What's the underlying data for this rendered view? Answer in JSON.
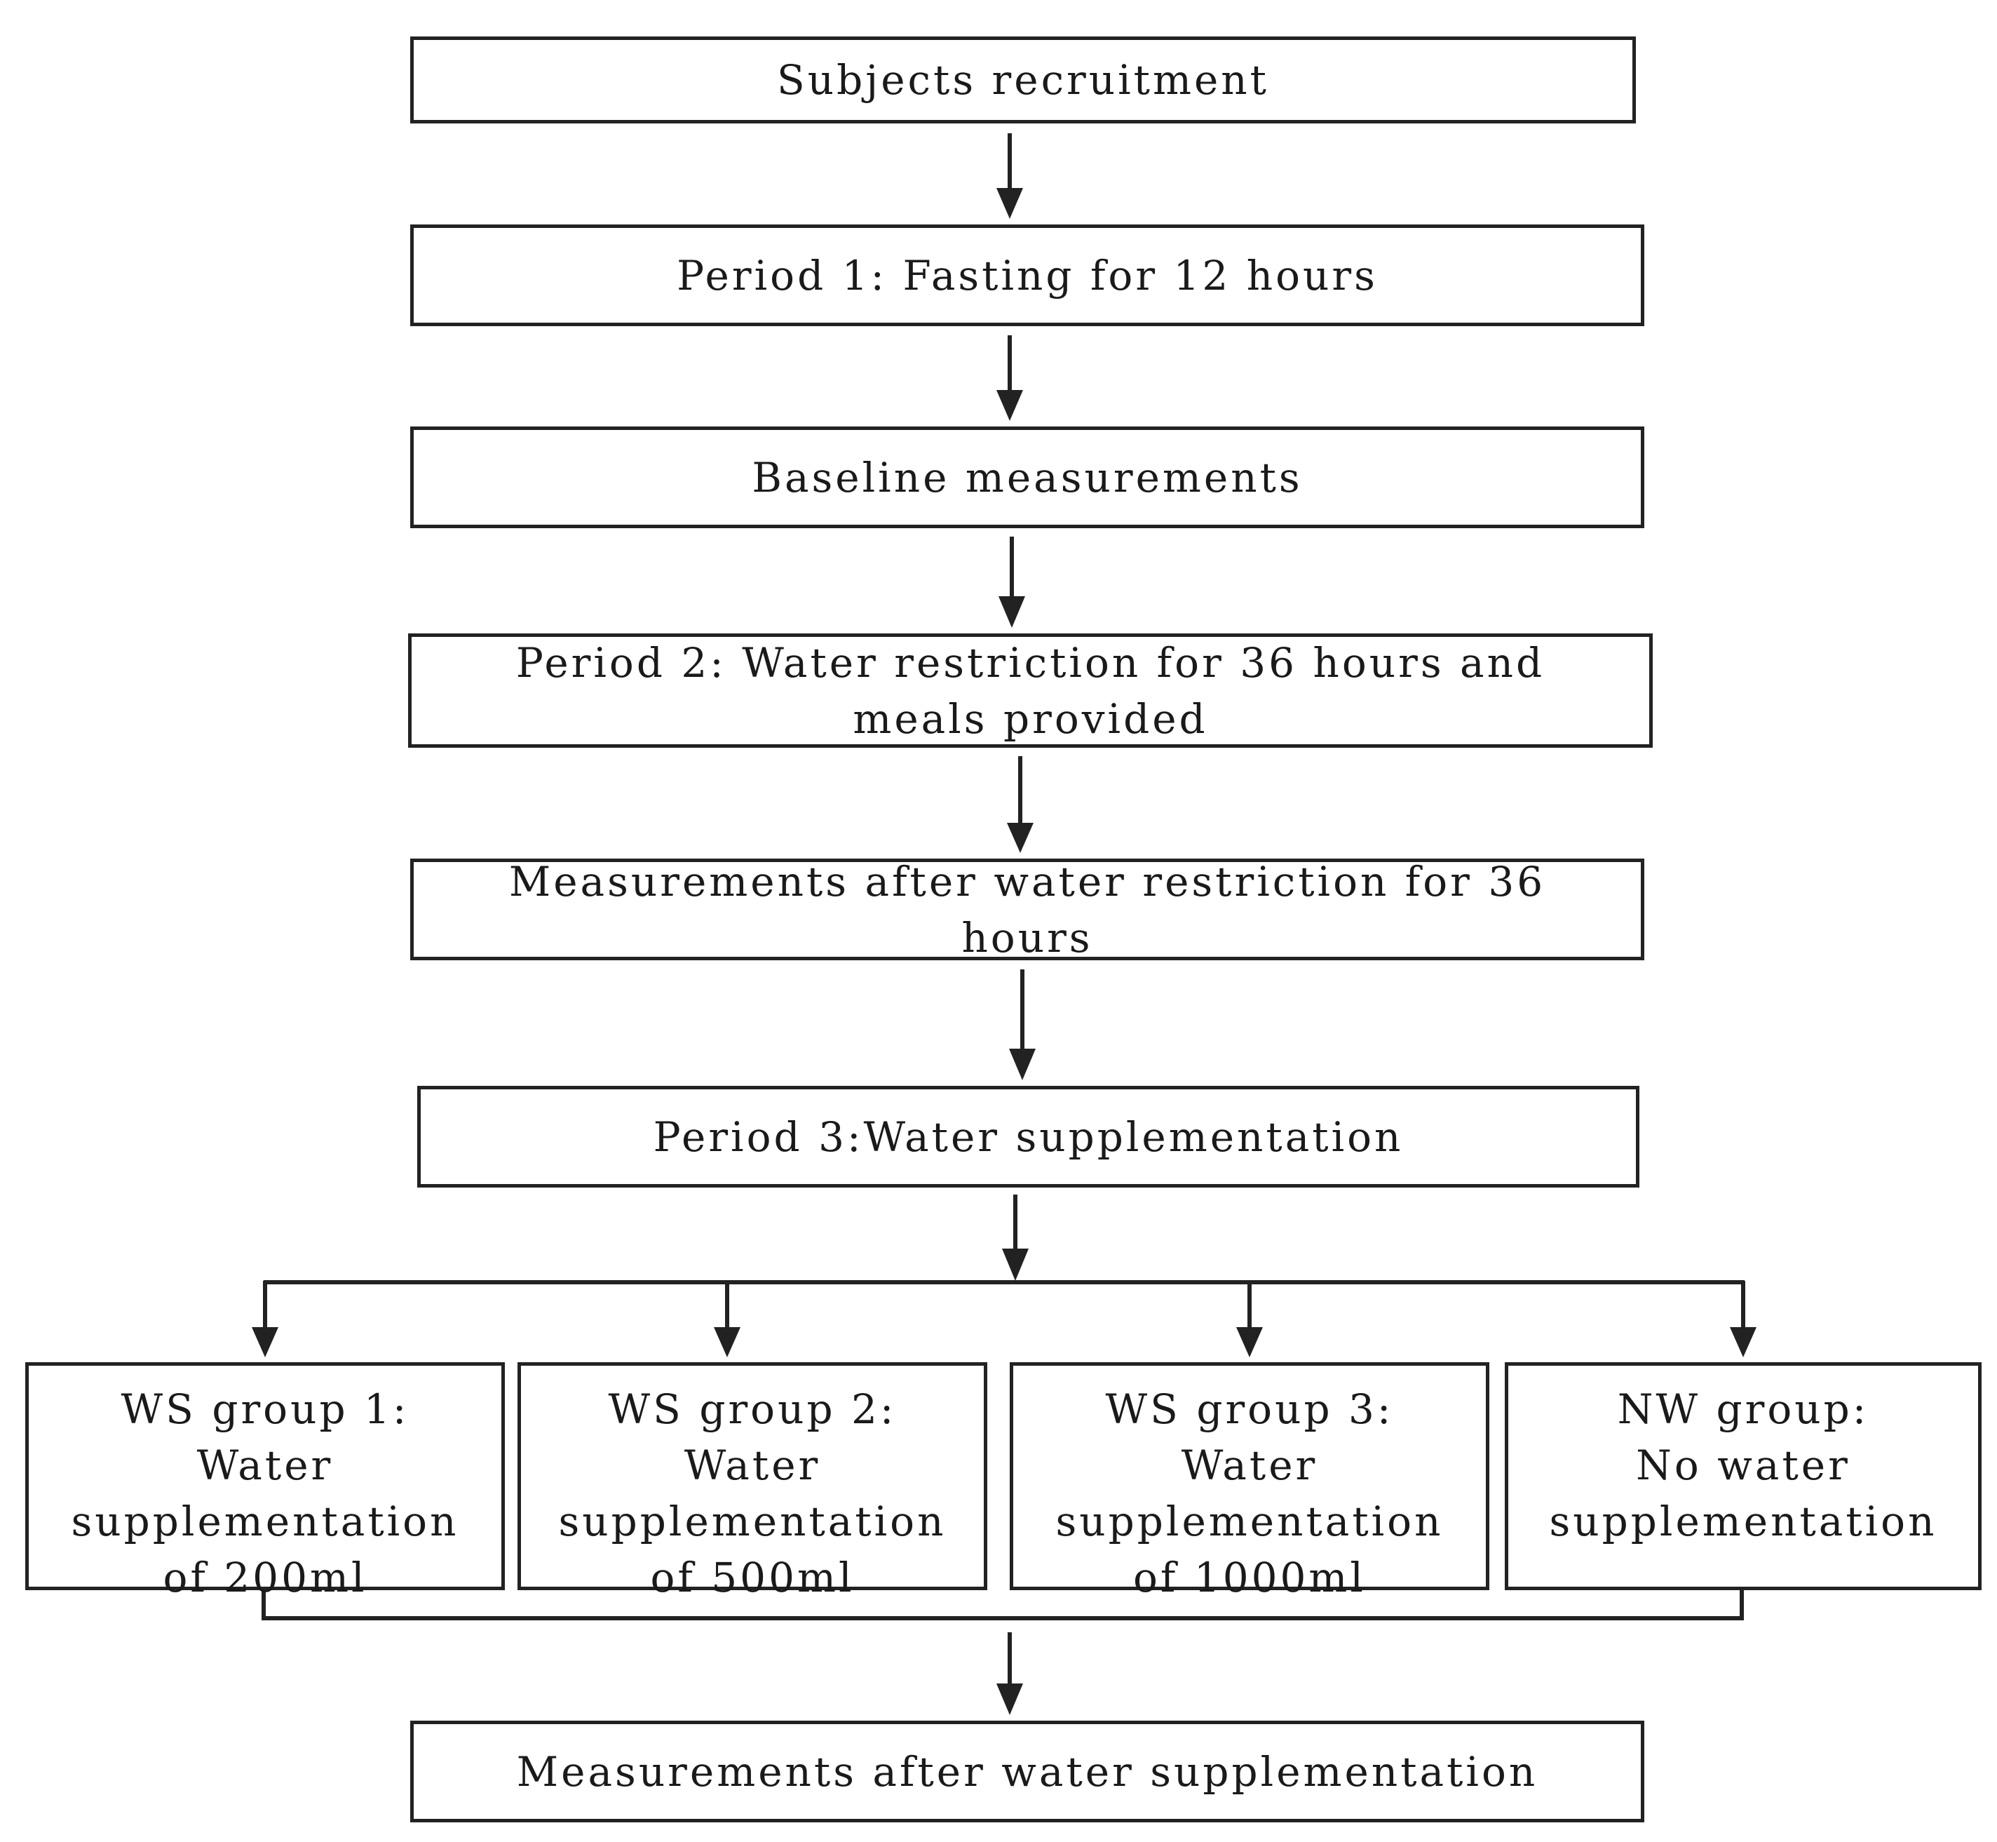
{
  "diagram": {
    "steps": {
      "recruitment": "Subjects recruitment",
      "period1": "Period 1: Fasting for 12 hours",
      "baseline": "Baseline measurements",
      "period2": "Period 2: Water restriction for 36 hours and meals provided",
      "after_restriction": "Measurements after water restriction for 36 hours",
      "period3": "Period 3:Water supplementation",
      "final": "Measurements after water supplementation"
    },
    "groups": [
      {
        "lines": [
          "WS group 1:",
          "Water",
          "supplementation",
          "of 200ml"
        ]
      },
      {
        "lines": [
          "WS group 2:",
          "Water",
          "supplementation",
          "of 500ml"
        ]
      },
      {
        "lines": [
          "WS group 3:",
          "Water",
          "supplementation",
          "of 1000ml"
        ]
      },
      {
        "lines": [
          "NW group:",
          "No water",
          "supplementation"
        ]
      }
    ],
    "colors": {
      "line": "#222222",
      "box_border": "#222222",
      "background": "#ffffff"
    }
  }
}
